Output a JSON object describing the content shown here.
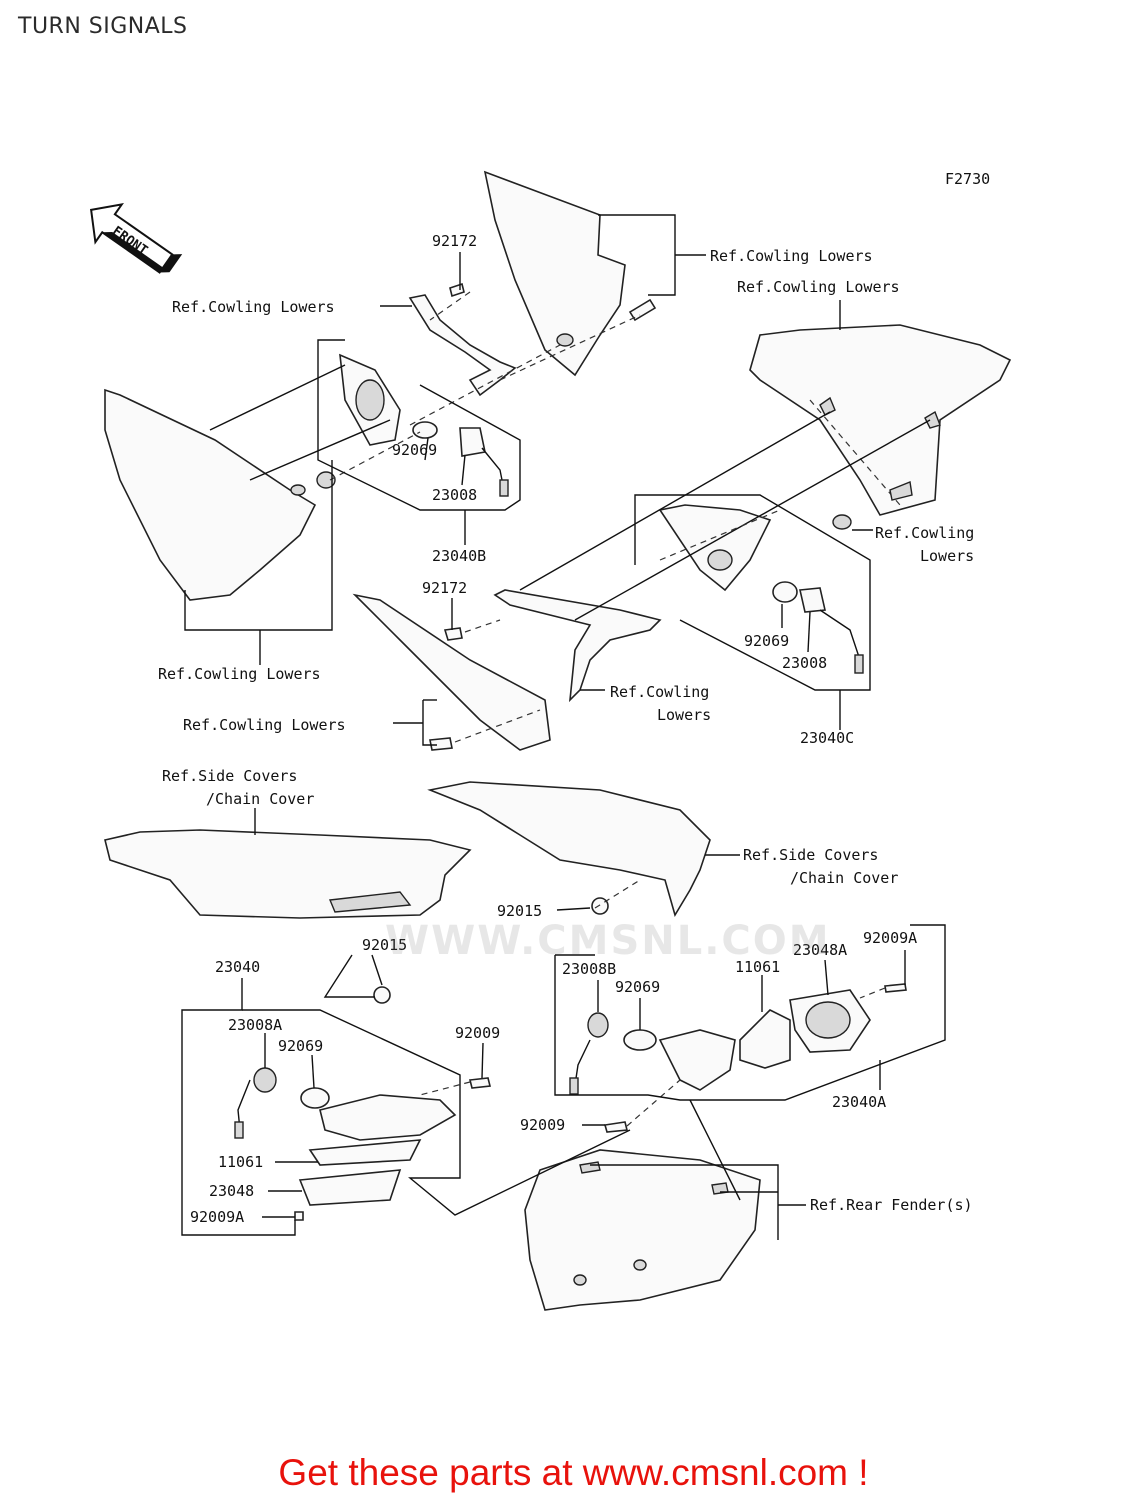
{
  "page": {
    "title": "TURN SIGNALS",
    "figure_code": "F2730"
  },
  "front_indicator": "FRONT",
  "watermark": "WWW.CMSNL.COM",
  "labels": {
    "p92172_top": "92172",
    "ref_cowl_top_right": "Ref.Cowling Lowers",
    "ref_cowl_right_2": "Ref.Cowling Lowers",
    "ref_cowl_left_top": "Ref.Cowling Lowers",
    "p92069_a": "92069",
    "p23008_a": "23008",
    "p23040b": "23040B",
    "ref_cowl_right_mid_1": "Ref.Cowling",
    "ref_cowl_right_mid_2": "Lowers",
    "p92172_mid": "92172",
    "p92069_b": "92069",
    "p23008_b": "23008",
    "ref_cowl_left_bottom": "Ref.Cowling Lowers",
    "ref_cowl_center_1": "Ref.Cowling",
    "ref_cowl_center_2": "Lowers",
    "ref_cowl_left_low": "Ref.Cowling Lowers",
    "p23040c": "23040C",
    "ref_side_covers_left_1": "Ref.Side Covers",
    "ref_side_covers_left_2": "/Chain Cover",
    "ref_side_covers_right_1": "Ref.Side Covers",
    "ref_side_covers_right_2": "/Chain Cover",
    "p92015_right": "92015",
    "p92015_left": "92015",
    "p23040": "23040",
    "p23048a": "23048A",
    "p92009a_right": "92009A",
    "p23008b": "23008B",
    "p11061_right": "11061",
    "p92069_c": "92069",
    "p23008a": "23008A",
    "p92069_d": "92069",
    "p92009_left": "92009",
    "p92009_right": "92009",
    "p23040a": "23040A",
    "p11061_left": "11061",
    "p23048": "23048",
    "p92009a_left": "92009A",
    "ref_rear_fender": "Ref.Rear Fender(s)"
  },
  "promo": {
    "text": "Get these parts at www.cmsnl.com !",
    "color": "#e8120c"
  }
}
